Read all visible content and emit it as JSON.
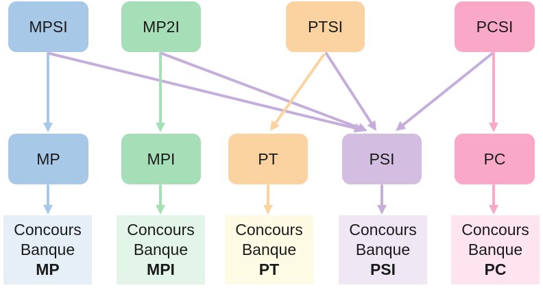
{
  "prep_classes": [
    {
      "id": "mpsi",
      "label": "MPSI",
      "color": "#a8c8e8"
    },
    {
      "id": "mp2i",
      "label": "MP2I",
      "color": "#a6deb8"
    },
    {
      "id": "ptsi",
      "label": "PTSI",
      "color": "#fad3a0"
    },
    {
      "id": "pcsi",
      "label": "PCSI",
      "color": "#f9a8c8"
    }
  ],
  "second_year": [
    {
      "id": "mp",
      "label": "MP",
      "color": "#a8c8e8"
    },
    {
      "id": "mpi",
      "label": "MPI",
      "color": "#a6deb8"
    },
    {
      "id": "pt",
      "label": "PT",
      "color": "#fad3a0"
    },
    {
      "id": "psi",
      "label": "PSI",
      "color": "#d3bde0"
    },
    {
      "id": "pc",
      "label": "PC",
      "color": "#f9a8c8"
    }
  ],
  "contests": [
    {
      "id": "mp",
      "line1": "Concours",
      "line2": "Banque",
      "code": "MP",
      "color": "#e6eef8"
    },
    {
      "id": "mpi",
      "line1": "Concours",
      "line2": "Banque",
      "code": "MPI",
      "color": "#e3f4e8"
    },
    {
      "id": "pt",
      "line1": "Concours",
      "line2": "Banque",
      "code": "PT",
      "color": "#fdfbe3"
    },
    {
      "id": "psi",
      "line1": "Concours",
      "line2": "Banque",
      "code": "PSI",
      "color": "#efe8f4"
    },
    {
      "id": "pc",
      "line1": "Concours",
      "line2": "Banque",
      "code": "PC",
      "color": "#fde4ee"
    }
  ],
  "edges": [
    {
      "from": "mpsi",
      "to": "mp",
      "color": "#a8c8e8"
    },
    {
      "from": "mpsi",
      "to": "psi",
      "color": "#c6aedc"
    },
    {
      "from": "mp2i",
      "to": "mpi",
      "color": "#a6deb8"
    },
    {
      "from": "mp2i",
      "to": "psi",
      "color": "#c6aedc"
    },
    {
      "from": "ptsi",
      "to": "pt",
      "color": "#fad3a0"
    },
    {
      "from": "ptsi",
      "to": "psi",
      "color": "#c6aedc"
    },
    {
      "from": "pcsi",
      "to": "psi",
      "color": "#c6aedc"
    },
    {
      "from": "pcsi",
      "to": "pc",
      "color": "#f9a8c8"
    },
    {
      "from": "mp",
      "to": "contest-mp",
      "color": "#a8c8e8"
    },
    {
      "from": "mpi",
      "to": "contest-mpi",
      "color": "#a6deb8"
    },
    {
      "from": "pt",
      "to": "contest-pt",
      "color": "#fad3a0"
    },
    {
      "from": "psi",
      "to": "contest-psi",
      "color": "#c6aedc"
    },
    {
      "from": "pc",
      "to": "contest-pc",
      "color": "#f9a8c8"
    }
  ]
}
